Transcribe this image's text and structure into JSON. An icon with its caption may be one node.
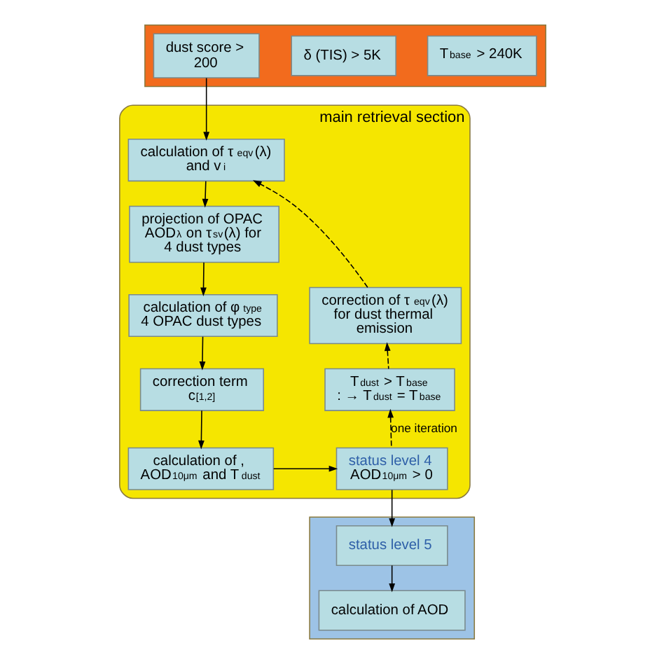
{
  "diagram": {
    "nodes": [
      {
        "text": [],
        "shape": "box"
      },
      {
        "text": [
          "T$_{base}$ > 240K"
        ],
        "in": 0
      },
      {
        "text": [
          "δ (TIS) > 5K"
        ],
        "in": 0
      },
      {
        "text": [
          "dust score > 200"
        ],
        "in": 0
      },
      {
        "text": [
          "main retrieval section"
        ]
      },
      {
        "text": [
          "calculation of τ$_{eqv}$(λ) and v$_{i}$"
        ],
        "in": 4
      },
      {
        "text": [
          "projection of OPAC AOD$_{λ}$ on τ$_{sv}$(λ) for 4 dust types"
        ],
        "in": 4
      },
      {
        "text": [
          "calculation of φ$_{type}$ 4 OPAC dust types"
        ],
        "in": 4
      },
      {
        "text": [
          "correction term c$_{[1,2]}$"
        ],
        "in": 4
      },
      {
        "text": [
          "calculation of , AOD$_{10μm}$ and T$_{dust}$"
        ],
        "in": 4
      },
      {
        "text": [
          "correction of τ$_{eqv}$(λ) for dust thermal emission"
        ],
        "in": 4
      },
      {
        "text": [
          "T$_{dust}$ > T$_{base}$ : → T$_{dust}$ = T$_{base}$"
        ],
        "in": 4
      },
      {
        "text": [
          "status level 4",
          "AOD$_{10μm}$ > 0"
        ],
        "in": 4
      },
      {
        "text": [],
        "shape": "box"
      },
      {
        "text": [
          "status level 5"
        ],
        "in": 13
      },
      {
        "text": [
          "calculation of AOD"
        ],
        "in": 13
      }
    ],
    "edges": [
      {
        "from": 3,
        "to": 5,
        "arrow": "to"
      },
      {
        "from": 5,
        "to": 6,
        "arrow": "to"
      },
      {
        "from": 6,
        "to": 7,
        "arrow": "to"
      },
      {
        "from": 7,
        "to": 8,
        "arrow": "to"
      },
      {
        "from": 8,
        "to": 9,
        "arrow": "to"
      },
      {
        "from": 9,
        "to": 12,
        "arrow": "to"
      },
      {
        "from": 12,
        "to": 11,
        "arrow": "to",
        "style": "dashed",
        "label": "one iteration"
      },
      {
        "from": 11,
        "to": 10,
        "arrow": "to",
        "style": "dashed"
      },
      {
        "from": 10,
        "to": 5,
        "arrow": "to",
        "style": "dashed"
      },
      {
        "from": 12,
        "to": 14,
        "arrow": "to"
      },
      {
        "from": 14,
        "to": 15,
        "arrow": "to"
      }
    ]
  }
}
